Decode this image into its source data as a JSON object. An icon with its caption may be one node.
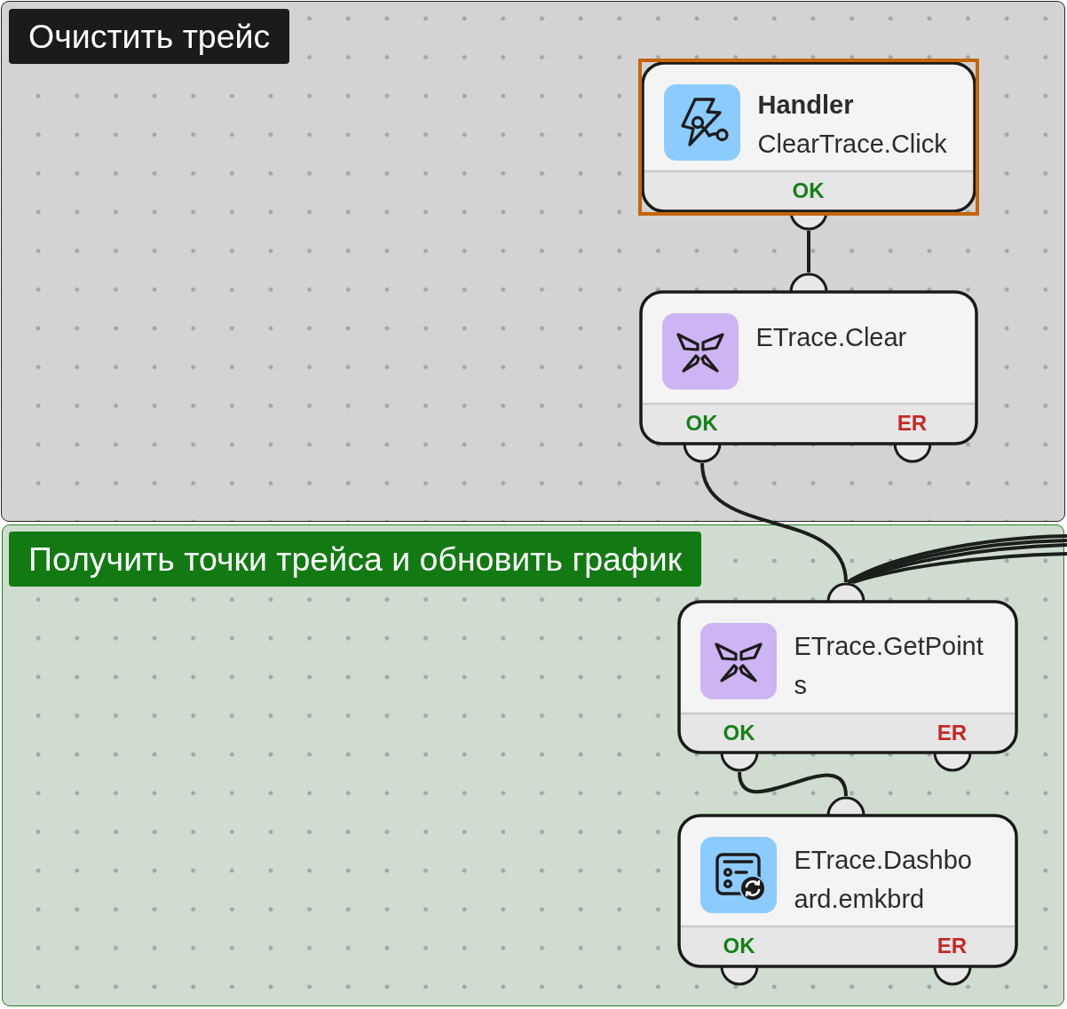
{
  "diagram": {
    "nodes": [
      {
        "text": [
          "Очистить трейс"
        ]
      },
      {
        "text": [
          "Handler",
          "ClearTrace.Click",
          "OK"
        ],
        "in": 0
      },
      {
        "text": [
          "ETrace.Clear",
          "OK",
          "ER"
        ],
        "in": 0
      },
      {
        "text": [
          "Получить точки трейса и обновить график"
        ]
      },
      {
        "text": [
          "ETrace.GetPoints",
          "OK",
          "ER"
        ],
        "in": 3
      },
      {
        "text": [
          "ETrace.Dashboard.emkbrd",
          "OK",
          "ER"
        ],
        "in": 3
      }
    ],
    "edges": [
      {
        "from": 1,
        "to": 2,
        "arrow": "none"
      },
      {
        "from": 2,
        "to": 4,
        "arrow": "none"
      },
      {
        "from": 4,
        "to": 5,
        "arrow": "none"
      },
      {
        "from": null,
        "to": 4,
        "arrow": "none"
      },
      {
        "from": null,
        "to": 4,
        "arrow": "none"
      },
      {
        "from": null,
        "to": 4,
        "arrow": "none"
      },
      {
        "from": null,
        "to": 4,
        "arrow": "none"
      }
    ]
  }
}
